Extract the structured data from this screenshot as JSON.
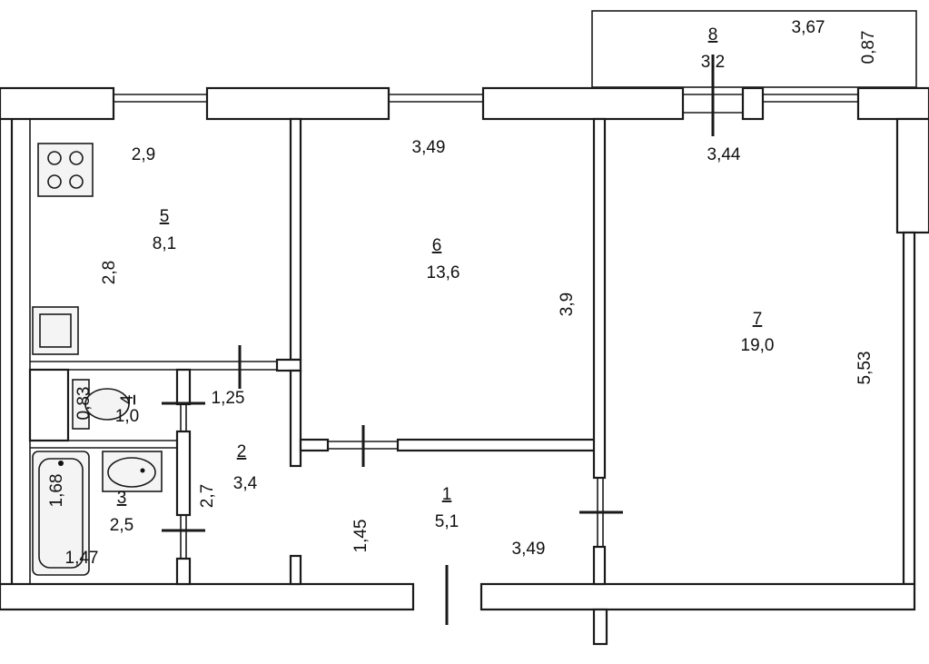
{
  "rooms": [
    {
      "id": "1",
      "number": "1",
      "area": "5,1"
    },
    {
      "id": "2",
      "number": "2",
      "area": "3,4"
    },
    {
      "id": "3",
      "number": "3",
      "area": "2,5"
    },
    {
      "id": "4",
      "number": "4",
      "area": "1,0"
    },
    {
      "id": "5",
      "number": "5",
      "area": "8,1"
    },
    {
      "id": "6",
      "number": "6",
      "area": "13,6"
    },
    {
      "id": "7",
      "number": "7",
      "area": "19,0"
    },
    {
      "id": "8",
      "number": "8",
      "area": "3,2"
    }
  ],
  "dimensions": {
    "kitchen_width": "2,9",
    "kitchen_depth": "2,8",
    "room6_width": "3,49",
    "room6_depth": "3,9",
    "room7_width": "3,44",
    "room7_depth": "5,53",
    "balcony_width": "3,67",
    "balcony_depth": "0,87",
    "corridor_width": "1,25",
    "hall2_depth": "2,7",
    "hall1_depth": "1,45",
    "hall1_width": "3,49",
    "wc_width": "0,83",
    "bath_length": "1,68",
    "bath_width": "1,47"
  }
}
